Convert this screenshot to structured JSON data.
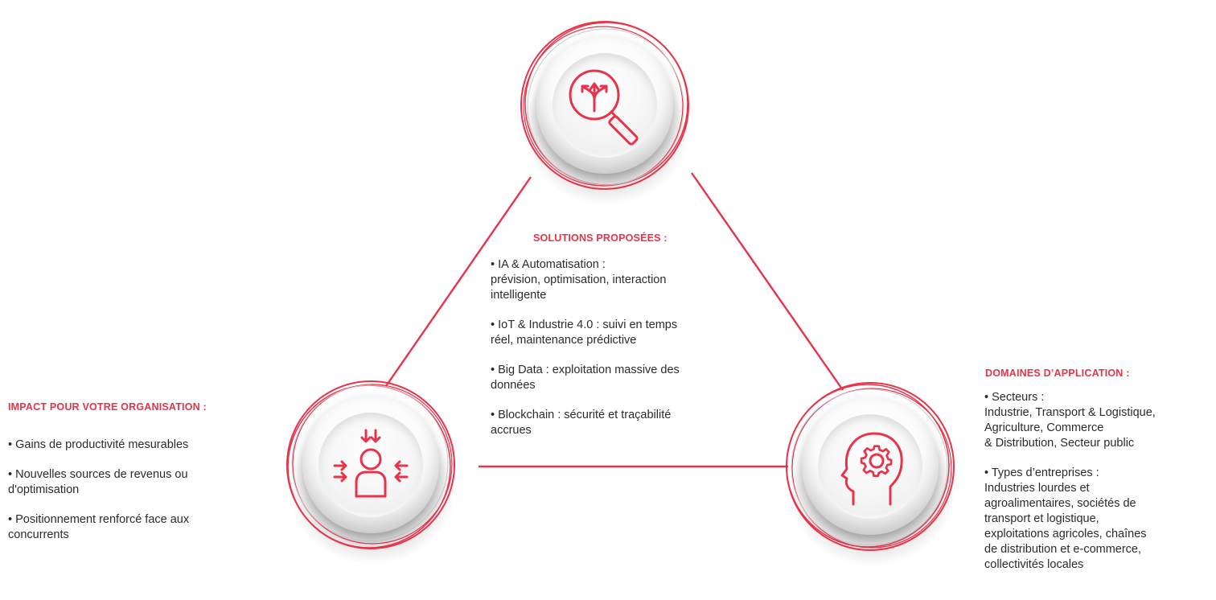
{
  "accent_color": "#e8334a",
  "nodes": {
    "top_icon": "search-decision-icon",
    "left_icon": "person-arrows-icon",
    "right_icon": "head-gear-icon"
  },
  "solutions": {
    "title": "SOLUTIONS PROPOSÉES :",
    "items": [
      "• IA & Automatisation :\n  prévision, optimisation, interaction\n  intelligente",
      "• IoT & Industrie 4.0 : suivi en temps\n  réel, maintenance prédictive",
      "• Big Data : exploitation massive des\n   données",
      "• Blockchain : sécurité et traçabilité\naccrues"
    ]
  },
  "impact": {
    "title": "IMPACT POUR VOTRE ORGANISATION :",
    "items": [
      "• Gains de productivité mesurables",
      "• Nouvelles sources de revenus ou\nd'optimisation",
      "• Positionnement renforcé face aux\nconcurrents"
    ]
  },
  "domains": {
    "title": "DOMAINES D’APPLICATION :",
    "items": [
      "• Secteurs :\nIndustrie, Transport & Logistique,\nAgriculture, Commerce\n& Distribution, Secteur public",
      "• Types d’entreprises :\nIndustries lourdes et\nagroalimentaires, sociétés de\ntransport et logistique,\nexploitations agricoles, chaînes\nde distribution et e-commerce,\ncollectivités locales"
    ]
  }
}
